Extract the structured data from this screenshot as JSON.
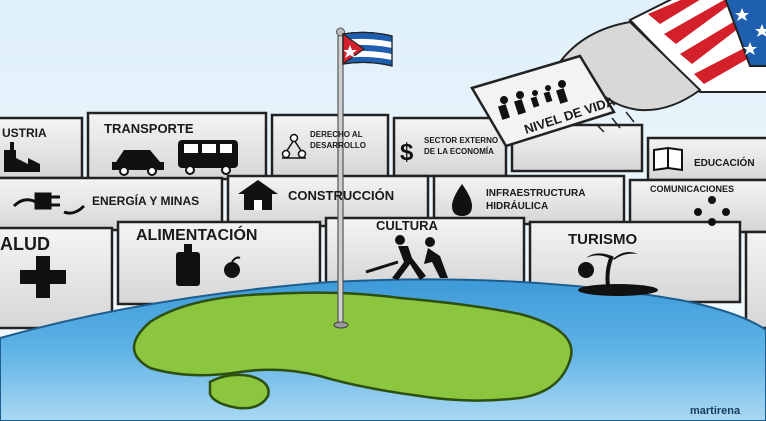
{
  "cartoon": {
    "blocks_top": {
      "industria": "USTRIA",
      "transporte": "TRANSPORTE",
      "derecho_1": "DERECHO AL",
      "derecho_2": "DESARROLLO",
      "sector_1": "SECTOR EXTERNO",
      "sector_2": "DE LA ECONOMÍA",
      "educacion": "EDUCACIÓN"
    },
    "blocks_middle": {
      "energia": "ENERGÍA Y MINAS",
      "construccion": "CONSTRUCCIÓN",
      "infra_1": "INFRAESTRUCTURA",
      "infra_2": "HIDRÁULICA",
      "comunicaciones": "COMUNICACIONES"
    },
    "blocks_bottom": {
      "salud": "ALUD",
      "alimentacion": "ALIMENTACIÓN",
      "cultura": "CULTURA",
      "turismo": "TURISMO"
    },
    "card_text": "NIVEL DE VIDA",
    "signature": "martirena"
  },
  "colors": {
    "sky": "#e8f4fb",
    "sea": "#4aa3dc",
    "island": "#8cc63f",
    "block": "#ececec",
    "flag_blue": "#1f5fb0",
    "flag_red": "#d3202a"
  }
}
